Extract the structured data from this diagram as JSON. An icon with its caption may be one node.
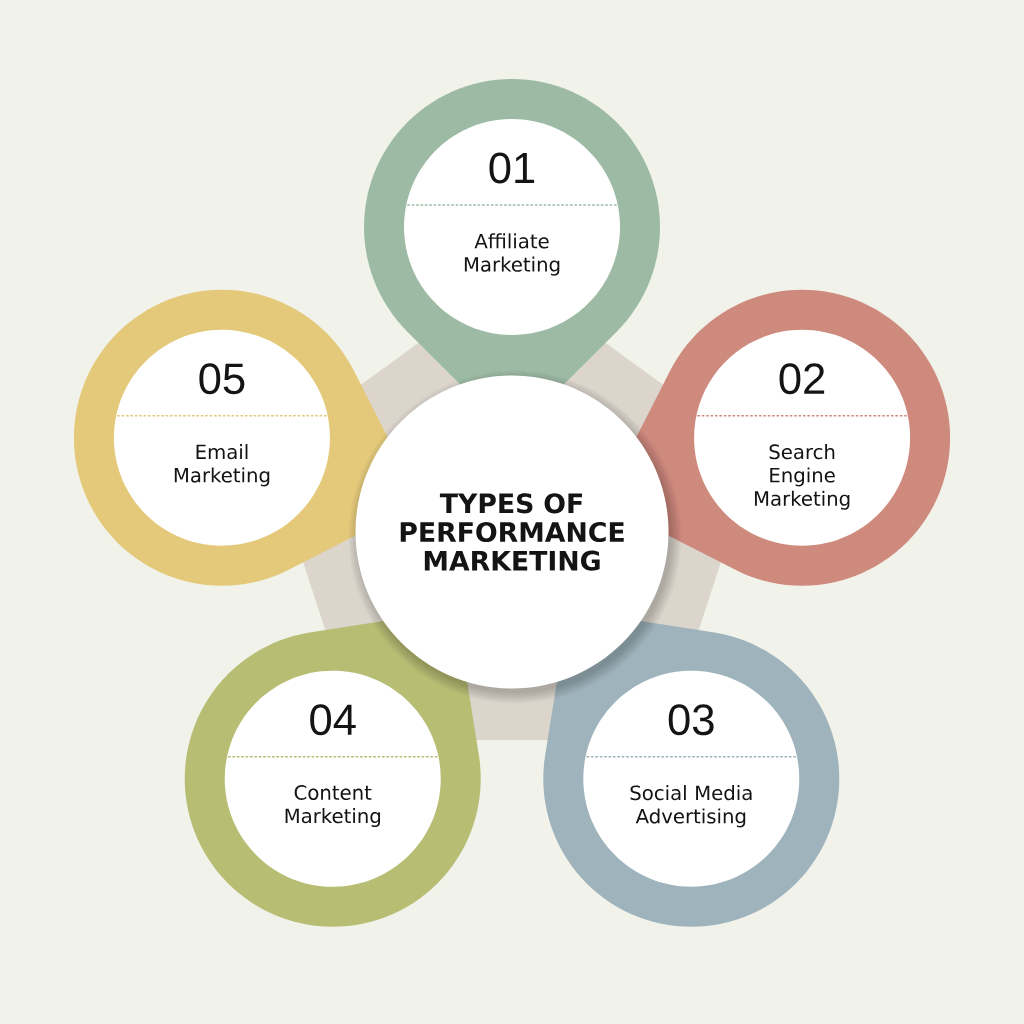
{
  "diagram": {
    "nodes": [
      {
        "text": [
          "TYPES OF PERFORMANCE MARKETING"
        ]
      },
      {
        "text": [
          "01",
          "Affiliate Marketing"
        ]
      },
      {
        "text": [
          "02",
          "Search Engine Marketing"
        ]
      },
      {
        "text": [
          "03",
          "Social Media Advertising"
        ]
      },
      {
        "text": [
          "04",
          "Content Marketing"
        ]
      },
      {
        "text": [
          "05",
          "Email Marketing"
        ]
      }
    ]
  }
}
